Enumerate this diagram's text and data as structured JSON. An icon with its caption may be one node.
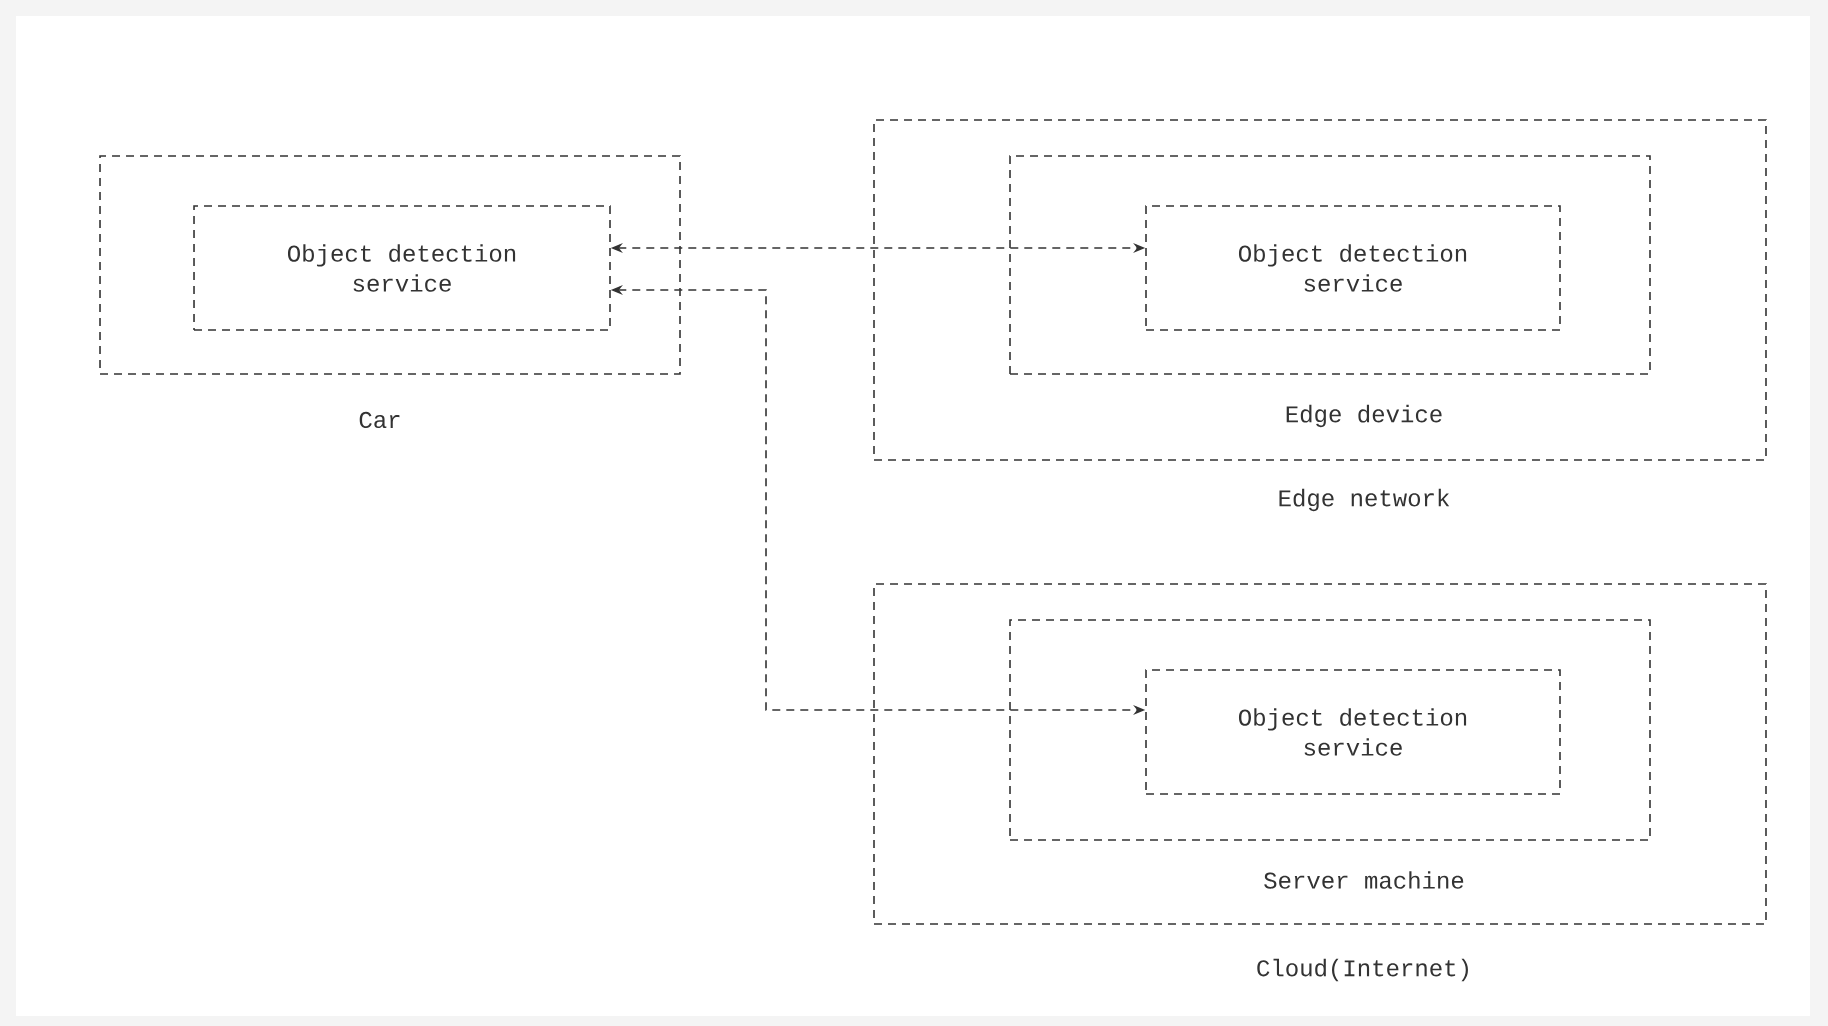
{
  "diagram": {
    "nodes": [
      {
        "text": [
          "Car"
        ]
      },
      {
        "text": [
          "Object detection service"
        ],
        "in": 0
      },
      {
        "text": [
          "Edge network"
        ]
      },
      {
        "text": [
          "Edge device"
        ],
        "in": 2
      },
      {
        "text": [
          "Object detection service"
        ],
        "in": 3
      },
      {
        "text": [
          "Cloud(Internet)"
        ]
      },
      {
        "text": [
          "Server machine"
        ],
        "in": 5
      },
      {
        "text": [
          "Object detection service"
        ],
        "in": 6
      }
    ],
    "edges": [
      {
        "from": 1,
        "to": 4,
        "arrow": "both"
      },
      {
        "from": 1,
        "to": 7,
        "arrow": "both"
      }
    ]
  }
}
